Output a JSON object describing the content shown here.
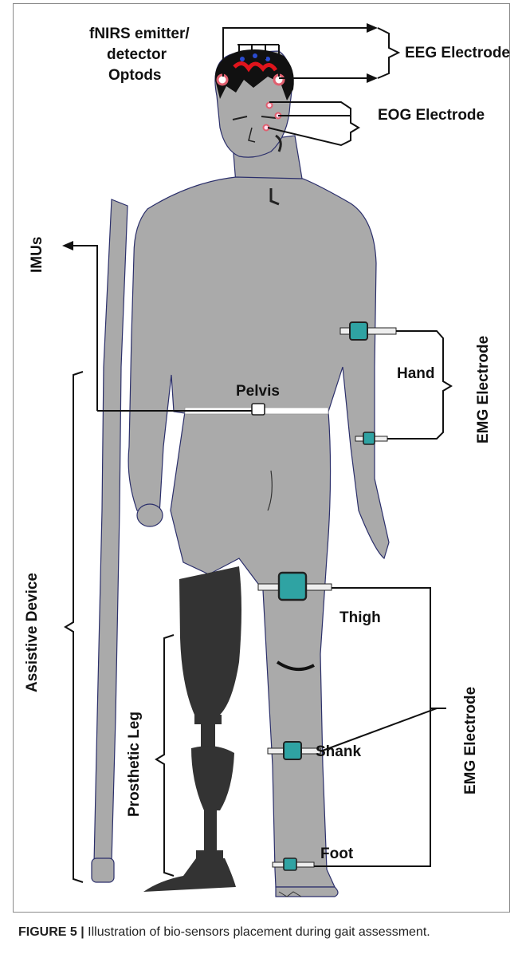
{
  "labels": {
    "fnirs_line1": "fNIRS emitter/",
    "fnirs_line2": "detector",
    "fnirs_line3": "Optods",
    "eeg": "EEG Electrode",
    "eog": "EOG Electrode",
    "imus": "IMUs",
    "pelvis": "Pelvis",
    "hand": "Hand",
    "emg_upper": "EMG Electrode",
    "emg_lower": "EMG Electrode",
    "thigh": "Thigh",
    "shank": "Shank",
    "foot": "Foot",
    "assistive_device": "Assistive Device",
    "prosthetic_leg": "Prosthetic Leg"
  },
  "caption": {
    "number": "FIGURE 5 |",
    "text": " Illustration of bio-sensors placement during gait assessment."
  },
  "colors": {
    "body_fill": "#aaaaaa",
    "body_outline": "#2b2f6b",
    "hair": "#111111",
    "prosthesis": "#333333",
    "optode_red": "#e0141c",
    "sensor_teal": "#2fa3a3",
    "pelvis_belt": "#ffffff"
  }
}
